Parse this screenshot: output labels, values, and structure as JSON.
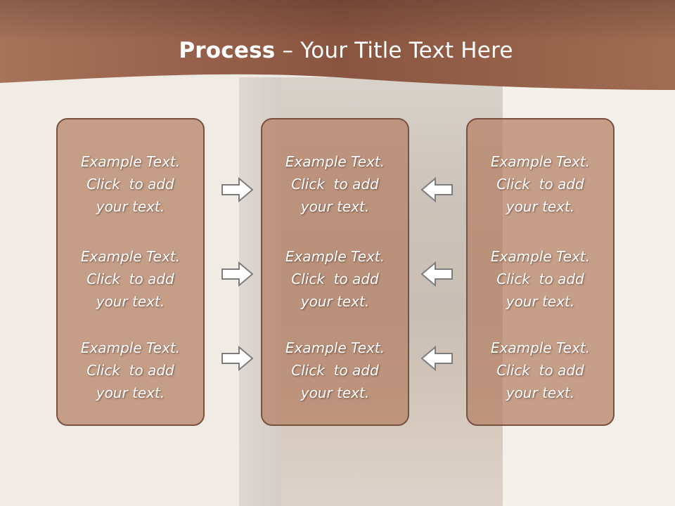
{
  "header": {
    "title_bold": "Process",
    "title_rest": " – Your Title Text Here",
    "band_color": "#8f5a43"
  },
  "columns": [
    {
      "items": [
        {
          "lines": [
            "Example Text.",
            "Click  to add",
            "your text."
          ]
        },
        {
          "lines": [
            "Example Text.",
            "Click  to add",
            "your text."
          ]
        },
        {
          "lines": [
            "Example Text.",
            "Click  to add",
            "your text."
          ]
        }
      ]
    },
    {
      "items": [
        {
          "lines": [
            "Example Text.",
            "Click  to add",
            "your text."
          ]
        },
        {
          "lines": [
            "Example Text.",
            "Click  to add",
            "your text."
          ]
        },
        {
          "lines": [
            "Example Text.",
            "Click  to add",
            "your text."
          ]
        }
      ]
    },
    {
      "items": [
        {
          "lines": [
            "Example Text.",
            "Click  to add",
            "your text."
          ]
        },
        {
          "lines": [
            "Example Text.",
            "Click  to add",
            "your text."
          ]
        },
        {
          "lines": [
            "Example Text.",
            "Click  to add",
            "your text."
          ]
        }
      ]
    }
  ],
  "arrows": {
    "left_group": [
      "right-arrow-icon",
      "right-arrow-icon",
      "right-arrow-icon"
    ],
    "right_group": [
      "left-arrow-icon",
      "left-arrow-icon",
      "left-arrow-icon"
    ],
    "fill": "#ffffff",
    "stroke": "#7d7d7d"
  }
}
